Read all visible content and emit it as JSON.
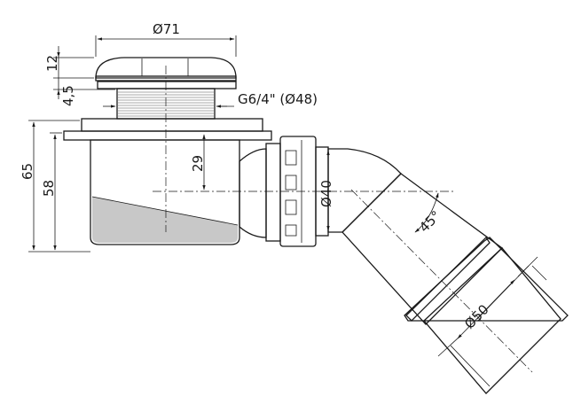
{
  "dimensions": {
    "cap_diameter": "Ø71",
    "cap_height": "12",
    "flange_height": "4,5",
    "thread": "G6/4\" (Ø48)",
    "total_height": "65",
    "body_height": "58",
    "outlet_center_height": "29",
    "outlet_diameter": "Ø40",
    "elbow_angle": "45°",
    "pipe_diameter": "Ø50"
  },
  "colors": {
    "line": "#1a1a1a",
    "cap_fill": "#b9b9b9",
    "body_fill": "#e4e4e4",
    "shadow_fill": "#c8c8c8",
    "thread_fill": "#d2d2d2"
  }
}
